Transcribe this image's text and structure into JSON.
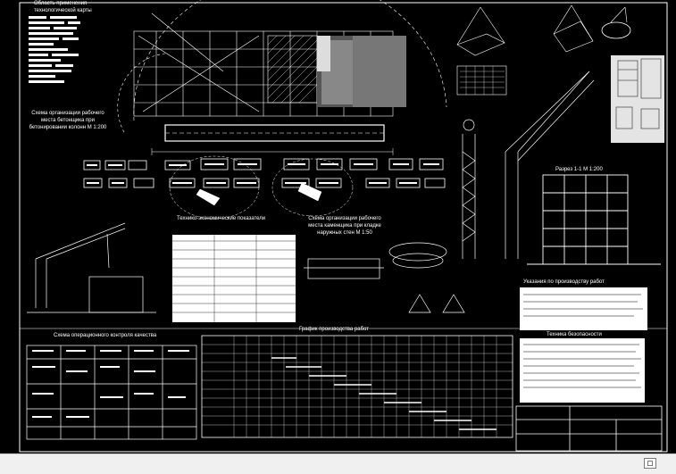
{
  "sheet": {
    "title_area": "Область применения",
    "title_area_2": "технологической карты",
    "column_scheme": [
      "Схема организации рабочего",
      "места бетонщика при",
      "бетонировании колонн М 1:200"
    ],
    "tech_econ": "Технико-экономические показатели",
    "slab_scheme": [
      "Схема организации рабочего",
      "места каменщика при кладке",
      "наружных стен М 1:50"
    ],
    "section": "Разрез 1-1 М 1:200",
    "instructions": "Указания по производству работ",
    "safety": "Техника безопасности",
    "qc_scheme": "Схема операционного контроля качества",
    "schedule": "График производства работ"
  },
  "colors": {
    "background": "#000000",
    "lines": "#ffffff",
    "bottom_bar": "#f0f0f0"
  },
  "icons": [
    "scroll-corner-icon"
  ]
}
